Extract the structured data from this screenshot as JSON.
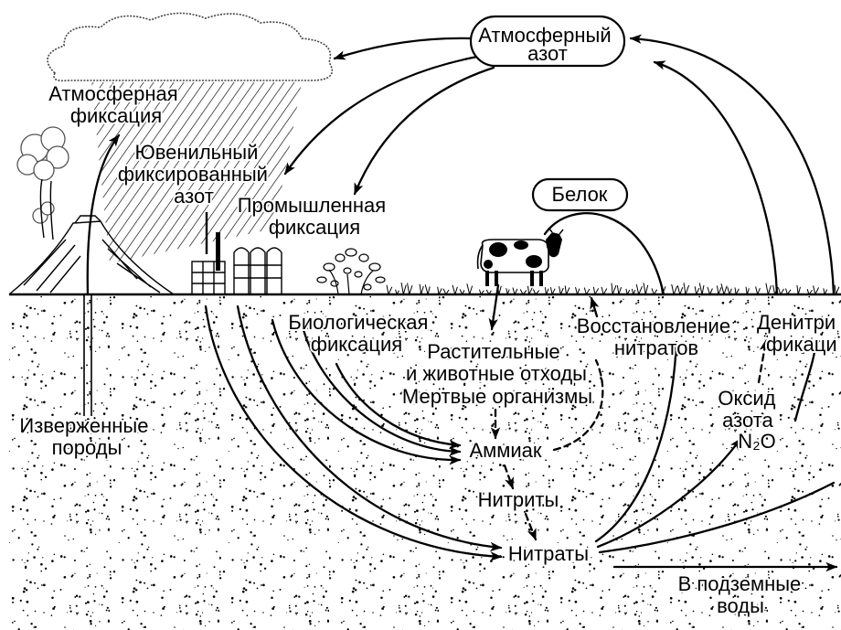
{
  "colors": {
    "ink": "#000000",
    "background": "#ffffff"
  },
  "labels": {
    "atmospheric_nitrogen": [
      "Атмосферный",
      "азот"
    ],
    "atmospheric_fixation": [
      "Атмосферная",
      "фиксация"
    ],
    "juvenile_fixed_nitrogen": [
      "Ювенильный",
      "фиксированный",
      "азот"
    ],
    "industrial_fixation": [
      "Промышленная",
      "фиксация"
    ],
    "protein": "Белок",
    "biological_fixation": [
      "Биологическая",
      "фиксация"
    ],
    "plant_animal_waste": [
      "Растительные",
      "и животные отходы"
    ],
    "dead_organisms": "Мертвые организмы",
    "nitrate_reduction": [
      "Восстановление",
      "нитратов"
    ],
    "denitrification": [
      "Денитри",
      "фикаци"
    ],
    "nitrous_oxide": [
      "Оксид",
      "азота",
      "N₂O"
    ],
    "ammonia": "Аммиак",
    "nitrites": "Нитриты",
    "nitrates": "Нитраты",
    "to_groundwater": [
      "В подземные",
      "воды"
    ],
    "igneous_rocks": [
      "Изверженные",
      "породы"
    ]
  }
}
